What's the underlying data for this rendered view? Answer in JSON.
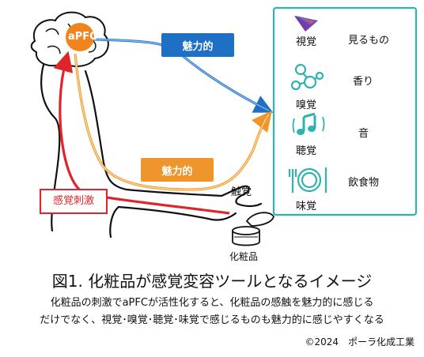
{
  "diagram": {
    "brain_label": "aPFC",
    "attraction_top": "魅力的",
    "attraction_mid": "魅力的",
    "stimulus": "感覚刺激",
    "touch": "触覚",
    "cosmetic": "化粧品",
    "senses": [
      {
        "sense": "視覚",
        "object": "見るもの",
        "icon": "rainbow-prism-icon"
      },
      {
        "sense": "嗅覚",
        "object": "香り",
        "icon": "molecule-icon"
      },
      {
        "sense": "聴覚",
        "object": "音",
        "icon": "music-note-icon"
      },
      {
        "sense": "味覚",
        "object": "飲食物",
        "icon": "plate-utensils-icon"
      }
    ],
    "colors": {
      "brain_orange": "#f0841f",
      "blue": "#1f6fc4",
      "orange": "#f0952b",
      "yellow": "#f5c060",
      "red": "#e0242c",
      "teal": "#2fb3b0"
    }
  },
  "caption": {
    "title": "図1. 化粧品が感覚変容ツールとなるイメージ",
    "line1": "化粧品の刺激でaPFCが活性化すると、化粧品の感触を魅力的に感じる",
    "line2": "だけでなく、視覚･嗅覚･聴覚･味覚で感じるものも魅力的に感じやすくなる",
    "copyright": "©2024　ポーラ化成工業"
  }
}
